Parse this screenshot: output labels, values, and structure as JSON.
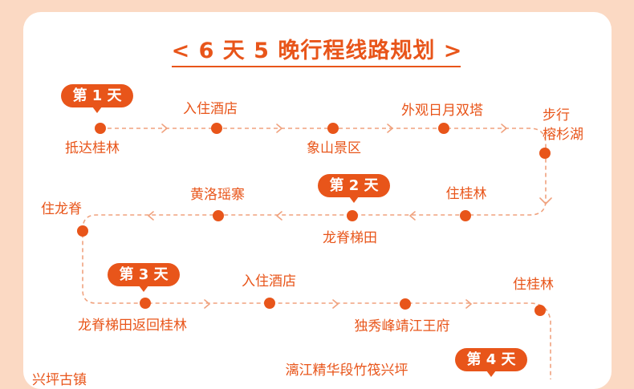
{
  "title": "< 6 天 5 晚行程线路规划 >",
  "colors": {
    "accent": "#e8551a",
    "line": "#f0a27e",
    "background": "#fbd9c3",
    "card": "#ffffff"
  },
  "days": [
    {
      "label": "第 1 天"
    },
    {
      "label": "第 2 天"
    },
    {
      "label": "第 3 天"
    },
    {
      "label": "第 4 天"
    }
  ],
  "stops": {
    "row1": [
      "抵达桂林",
      "入住酒店",
      "象山景区",
      "外观日月双塔",
      "步行\n榕杉湖"
    ],
    "row2": [
      "住桂林",
      "龙脊梯田",
      "黄洛瑶寨",
      "住龙脊"
    ],
    "row3": [
      "龙脊梯田返回桂林",
      "入住酒店",
      "独秀峰靖江王府",
      "住桂林"
    ],
    "row4": [
      "漓江精华段竹筏兴坪",
      "兴坪古镇"
    ]
  }
}
